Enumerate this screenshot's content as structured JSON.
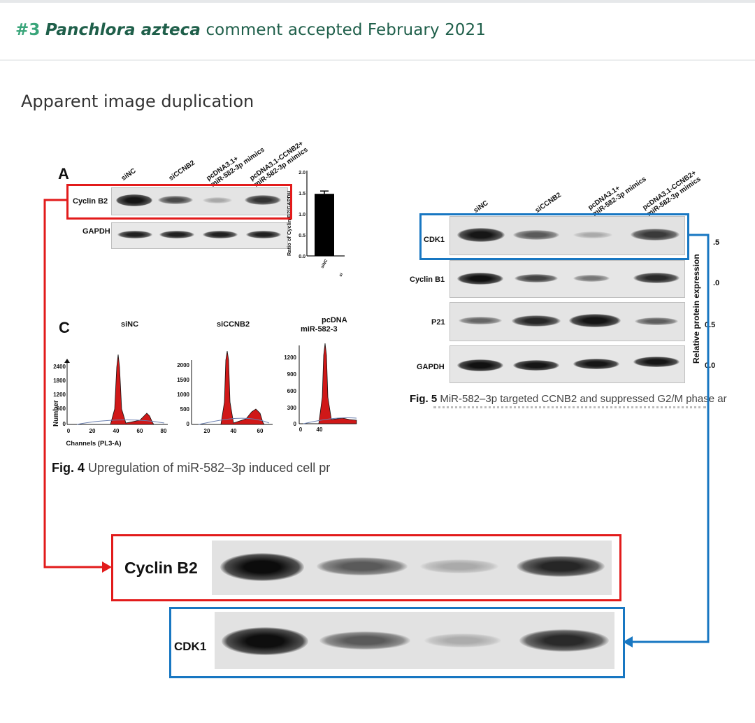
{
  "comment_header": {
    "number": "#3",
    "name": "Panchlora azteca",
    "text": "comment accepted February 2021"
  },
  "subtitle": "Apparent image duplication",
  "fig4": {
    "panel_a_label": "A",
    "panel_c_label": "C",
    "lanes": [
      "siNC",
      "siCCNB2",
      "pcDNA3.1+",
      "miR-582-3p mimics",
      "pcDNA3.1-CCNB2+",
      "miR-582-3p mimics"
    ],
    "rows": [
      "Cyclin B2",
      "GAPDH"
    ],
    "ratio_axis_label": "Ratio of Cyclin B2/GAPDH",
    "ratio_ticks": [
      "2.0",
      "1.5",
      "1.0",
      "0.5",
      "0.0"
    ],
    "ratio_xticks": [
      "siNC",
      "si"
    ],
    "ratio_bar_value": 1.48,
    "hist_titles": [
      "siNC",
      "siCCNB2",
      "pcDNA",
      "miR-582-3"
    ],
    "hist1_yticks": [
      "2400",
      "1800",
      "1200",
      "600",
      "0"
    ],
    "hist1_xticks": [
      "0",
      "20",
      "40",
      "60",
      "80"
    ],
    "hist2_yticks": [
      "2000",
      "1500",
      "1000",
      "500",
      "0"
    ],
    "hist2_xticks": [
      "20",
      "40",
      "60"
    ],
    "hist3_yticks": [
      "1200",
      "900",
      "600",
      "300",
      "0"
    ],
    "hist3_xticks": [
      "0",
      "40"
    ],
    "ylabel": "Number",
    "xlabel": "Channels (PL3-A)",
    "caption_bold": "Fig. 4",
    "caption_text": "Upregulation of miR-582–3p induced cell pr"
  },
  "fig5": {
    "lanes": [
      "siNC",
      "siCCNB2",
      "pcDNA3.1+",
      "miR-582-3p mimics",
      "pcDNA3.1-CCNB2+",
      "miR-582-3p mimics"
    ],
    "rows": [
      "CDK1",
      "Cyclin B1",
      "P21",
      "GAPDH"
    ],
    "ylabel": "Relative protein expression",
    "yticks": [
      ".5",
      ".0",
      "0.5",
      "0.0"
    ],
    "caption_bold": "Fig. 5",
    "caption_text": "MiR-582–3p targeted CCNB2 and suppressed G2/M phase ar"
  },
  "zoom": {
    "top_label": "Cyclin B2",
    "bottom_label": "CDK1"
  },
  "colors": {
    "header_number": "#39a57a",
    "header_text": "#1f5f4a",
    "red_box": "#e21b1b",
    "blue_box": "#1877c2",
    "histogram_fill": "#d01818"
  }
}
